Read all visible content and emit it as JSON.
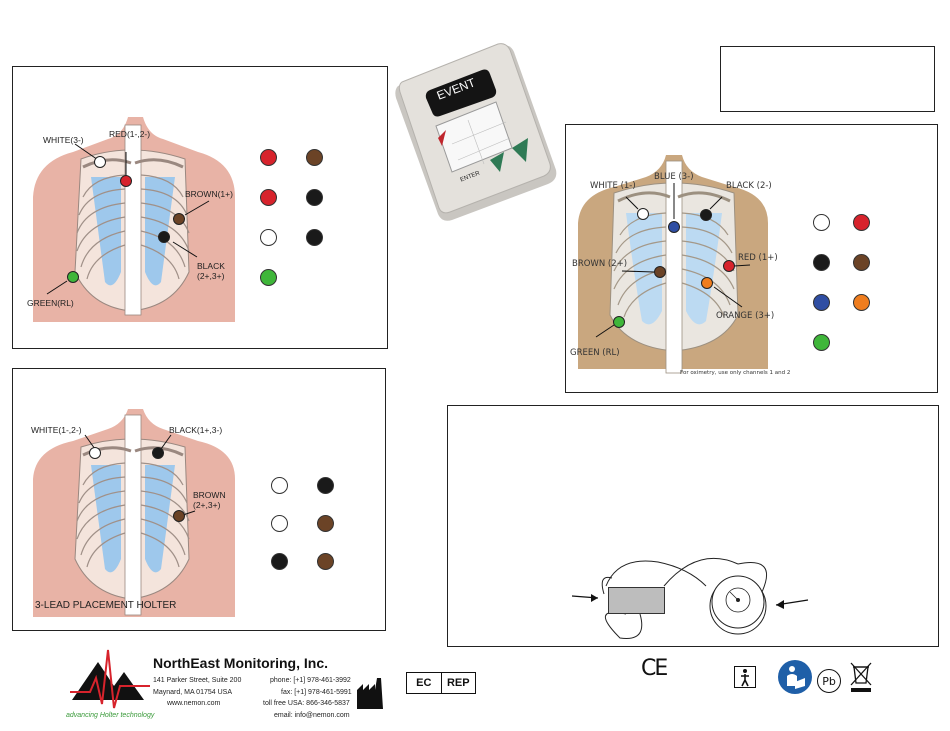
{
  "colors": {
    "red": "#d7232c",
    "brown": "#6b4326",
    "black": "#1a1a1a",
    "white": "#ffffff",
    "green": "#3fb63a",
    "blue": "#2f4ea3",
    "orange": "#ef7d1e",
    "skin_pink": "#e8b3a6",
    "skin_tan": "#c9a77f",
    "lung_blue": "#9ec8ec"
  },
  "panel_a": {
    "labels": {
      "white": "WHITE(3-)",
      "red": "RED(1-,2-)",
      "brown": "BROWN(1+)",
      "black_1": "BLACK",
      "black_2": "(2+,3+)",
      "green": "GREEN(RL)"
    },
    "legend": [
      [
        "red",
        "brown"
      ],
      [
        "red",
        "black"
      ],
      [
        "white",
        "black"
      ],
      [
        "green"
      ]
    ]
  },
  "panel_b": {
    "labels": {
      "white": "WHITE(1-,2-)",
      "black": "BLACK(1+,3-)",
      "brown_1": "BROWN",
      "brown_2": "(2+,3+)",
      "caption": "3-LEAD PLACEMENT HOLTER"
    },
    "legend": [
      [
        "white",
        "black"
      ],
      [
        "white",
        "brown"
      ],
      [
        "black",
        "brown"
      ]
    ]
  },
  "device": {
    "screen_label": "EVENT",
    "enter_label": "ENTER"
  },
  "panel_c": {
    "labels": {
      "white": "WHITE (1-)",
      "blue": "BLUE (3-)",
      "black": "BLACK (2-)",
      "brown": "BROWN (2+)",
      "red": "RED (1+)",
      "orange": "ORANGE (3+)",
      "green": "GREEN (RL)",
      "note": "For oximetry, use only channels 1 and 2"
    },
    "legend": [
      [
        "white",
        "red"
      ],
      [
        "black",
        "brown"
      ],
      [
        "blue",
        "orange"
      ],
      [
        "green"
      ]
    ]
  },
  "company": {
    "name": "NorthEast Monitoring, Inc.",
    "address_1": "141 Parker Street, Suite 200",
    "address_2": "Maynard, MA  01754  USA",
    "website": "www.nemon.com",
    "phone": "phone: [+1] 978-461-3992",
    "fax": "fax: [+1] 978-461-5991",
    "tollfree": "toll free USA: 866-346-5837",
    "email": "email: info@nemon.com",
    "tagline": "advancing Holter technology"
  },
  "symbols": {
    "ec": "EC",
    "rep": "REP",
    "ce": "CE",
    "pb": "Pb"
  }
}
